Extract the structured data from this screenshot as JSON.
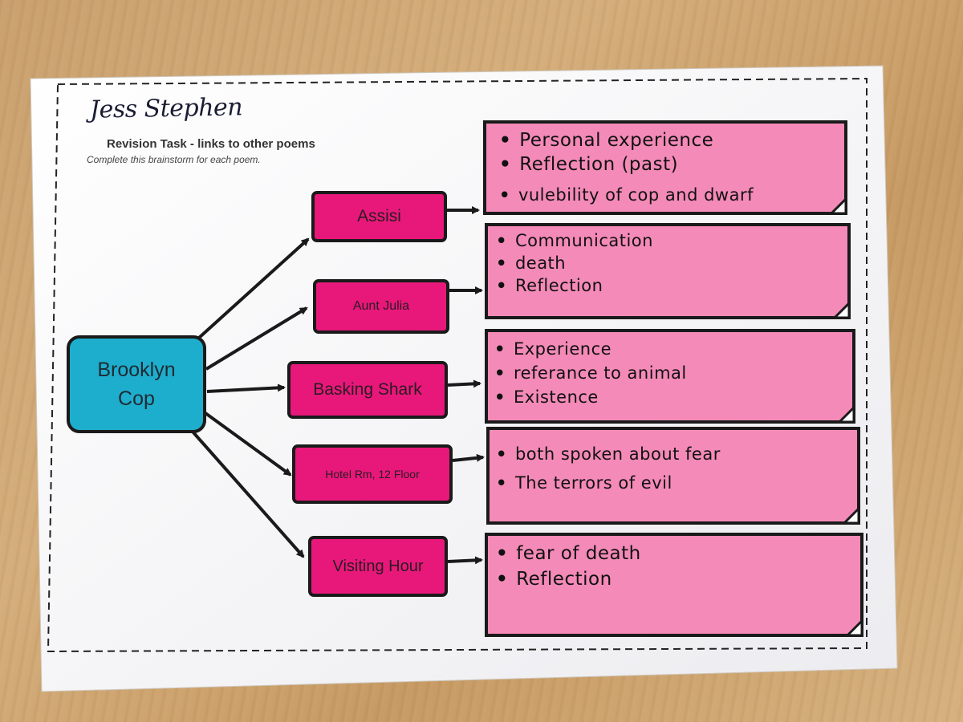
{
  "author_name": "Jess Stephen",
  "task": {
    "title": "Revision Task - links to other poems",
    "subtitle": "Complete this brainstorm for each poem."
  },
  "center_node": {
    "line1": "Brooklyn",
    "line2": "Cop"
  },
  "branches": [
    {
      "label": "Assisi",
      "notes": [
        "Personal experience",
        "Reflection (past)",
        "vulebility of cop and dwarf"
      ]
    },
    {
      "label": "Aunt Julia",
      "notes": [
        "Communication",
        "death",
        "Reflection"
      ]
    },
    {
      "label": "Basking Shark",
      "notes": [
        "Experience",
        "referance to animal",
        "Existence"
      ]
    },
    {
      "label": "Hotel Rm, 12 Floor",
      "notes": [
        "both spoken about fear",
        "The terrors of evil"
      ]
    },
    {
      "label": "Visiting Hour",
      "notes": [
        "fear of death",
        "Reflection"
      ]
    }
  ],
  "colors": {
    "center_fill": "#1eaecd",
    "node_fill": "#e8187a",
    "note_fill": "#f48ab8",
    "outline": "#1a1a1a"
  }
}
